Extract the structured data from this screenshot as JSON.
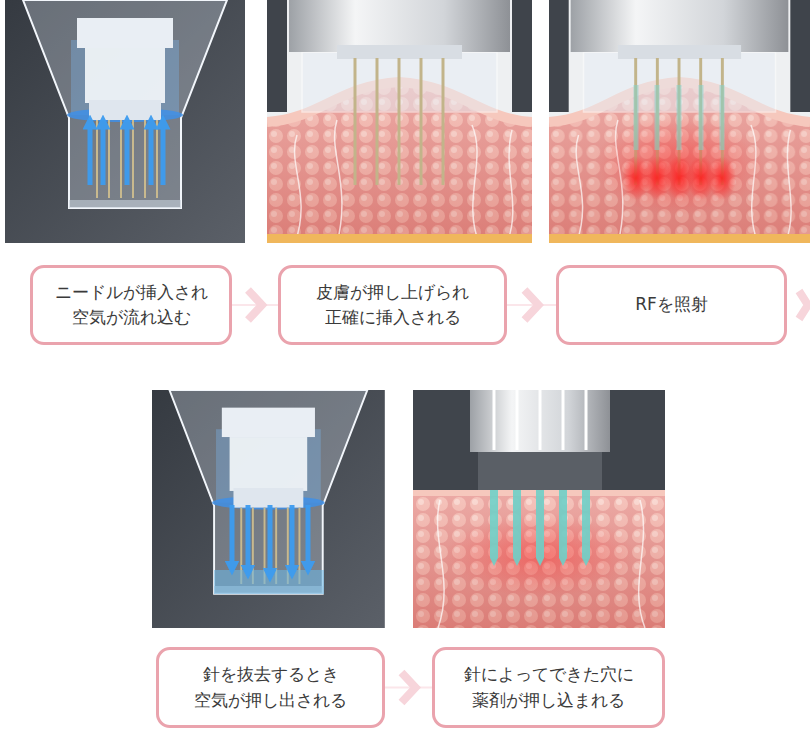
{
  "diagram": {
    "nodes": [
      {
        "text": [
          "ニードルが挿入され 空気が流れ込む"
        ]
      },
      {
        "text": [
          "皮膚が押し上げられ 正確に挿入される"
        ]
      },
      {
        "text": [
          "RFを照射"
        ]
      },
      {
        "text": [
          "針を抜去するとき 空気が押し出される"
        ]
      },
      {
        "text": [
          "針によってできた穴に 薬剤が押し込まれる"
        ]
      }
    ],
    "edges": [
      {
        "from": 0,
        "to": 1,
        "arrow": "to"
      },
      {
        "from": 1,
        "to": 2,
        "arrow": "to"
      },
      {
        "from": 3,
        "to": 4,
        "arrow": "to"
      }
    ]
  }
}
